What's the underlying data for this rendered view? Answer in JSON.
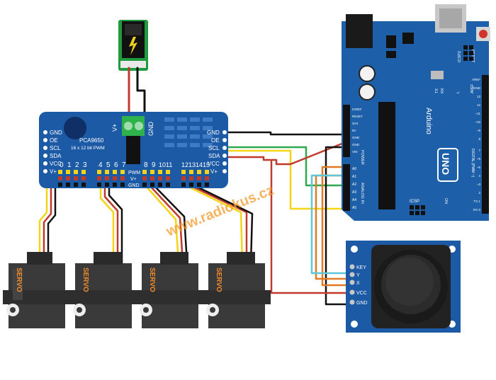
{
  "colors": {
    "board_blue": "#1c5aa6",
    "arduino_blue": "#1d5fa8",
    "wire_red": "#c0392b",
    "wire_black": "#111111",
    "wire_yellow": "#f3d417",
    "wire_green": "#2fa84f",
    "wire_orange": "#e07a24",
    "wire_cyan": "#5fc8d8",
    "servo_body": "#3a3a3a",
    "servo_label": "#f08a2b",
    "watermark": "#f39a2c"
  },
  "pca": {
    "name": "PCA9650",
    "subtitle": "16 x 12 bit PWM",
    "left_pins": [
      "GND",
      "OE",
      "SCL",
      "SDA",
      "VCC",
      "V+"
    ],
    "right_pins": [
      "GND",
      "OE",
      "SCL",
      "SDA",
      "VCC",
      "V+"
    ],
    "channel_labels": [
      "0",
      "1",
      "2",
      "3",
      "4",
      "5",
      "6",
      "7",
      "8",
      "9",
      "10",
      "11",
      "12",
      "13",
      "14",
      "15"
    ],
    "pwm_labels": [
      "PWM",
      "V+",
      "GND"
    ],
    "terminal_vplus": "V+",
    "terminal_gnd": "GND"
  },
  "arduino": {
    "name": "Arduino",
    "model": "UNO",
    "reset": "RESET",
    "icsp2": "ICSP2",
    "icsp": "ICSP",
    "aref": "AREF",
    "tx": "TX",
    "rx": "RX",
    "l": "L",
    "on": "ON",
    "digital_label": "DIGITAL (PWM ~)",
    "power_label": "POWER",
    "analog_label": "ANALOG IN",
    "power_pins": [
      "IOREF",
      "RESET",
      "3V3",
      "5V",
      "GND",
      "GND",
      "VIN"
    ],
    "analog_pins": [
      "A0",
      "A1",
      "A2",
      "A3",
      "A4",
      "A5"
    ],
    "digital_pins": [
      "AREF",
      "GND",
      "13",
      "12",
      "~11",
      "~10",
      "~9",
      "8",
      "7",
      "~6",
      "~5",
      "4",
      "~3",
      "2",
      "TX 1",
      "RX 0"
    ]
  },
  "joystick": {
    "pins": [
      "KEY",
      "Y",
      "X",
      "VCC",
      "GND"
    ]
  },
  "servos": {
    "label": "SERVO",
    "count": 4
  },
  "watermark": "www.radiokus.cz"
}
